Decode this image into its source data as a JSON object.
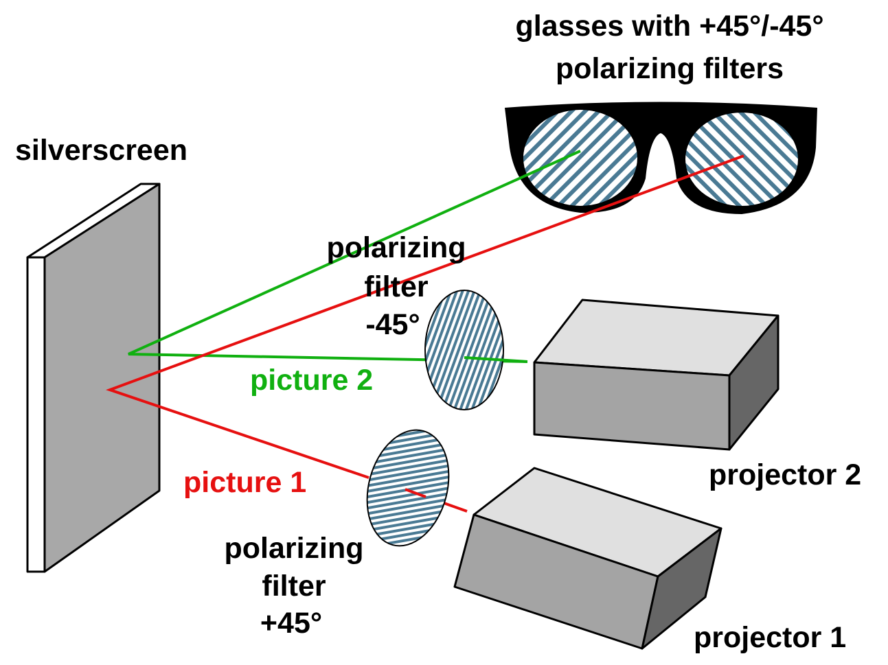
{
  "labels": {
    "glasses_line1": "glasses with +45°/-45°",
    "glasses_line2": "polarizing filters",
    "silverscreen": "silverscreen",
    "filter_top_line1": "polarizing",
    "filter_top_line2": "filter",
    "filter_top_line3": "-45°",
    "picture2": "picture 2",
    "picture1": "picture 1",
    "filter_bottom_line1": "polarizing",
    "filter_bottom_line2": "filter",
    "filter_bottom_line3": "+45°",
    "projector2": "projector 2",
    "projector1": "projector 1"
  },
  "colors": {
    "picture1": "#e61010",
    "picture2": "#10b010",
    "hatch": "#4a7a94",
    "screen": "#a8a8a8"
  }
}
